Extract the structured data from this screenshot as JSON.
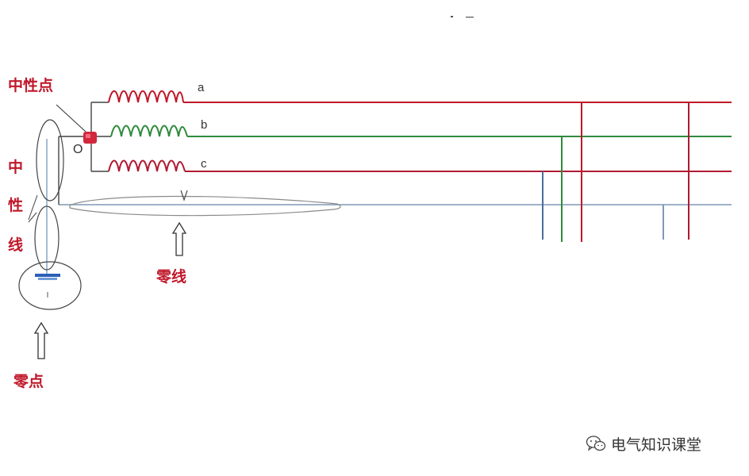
{
  "labels": {
    "neutral_point": "中性点",
    "neutral_line_chars": [
      "中",
      "性",
      "线"
    ],
    "zero_line": "零线",
    "zero_point": "零点",
    "o_point": "O",
    "phase_a": "a",
    "phase_b": "b",
    "phase_c": "c"
  },
  "colors": {
    "phase_a": "#c0182a",
    "phase_b": "#2e8b3c",
    "phase_c": "#b01a32",
    "neutral": "#7f98b6",
    "label": "#c0182a"
  },
  "watermark": {
    "icon": "wechat-icon",
    "text": "电气知识课堂"
  }
}
